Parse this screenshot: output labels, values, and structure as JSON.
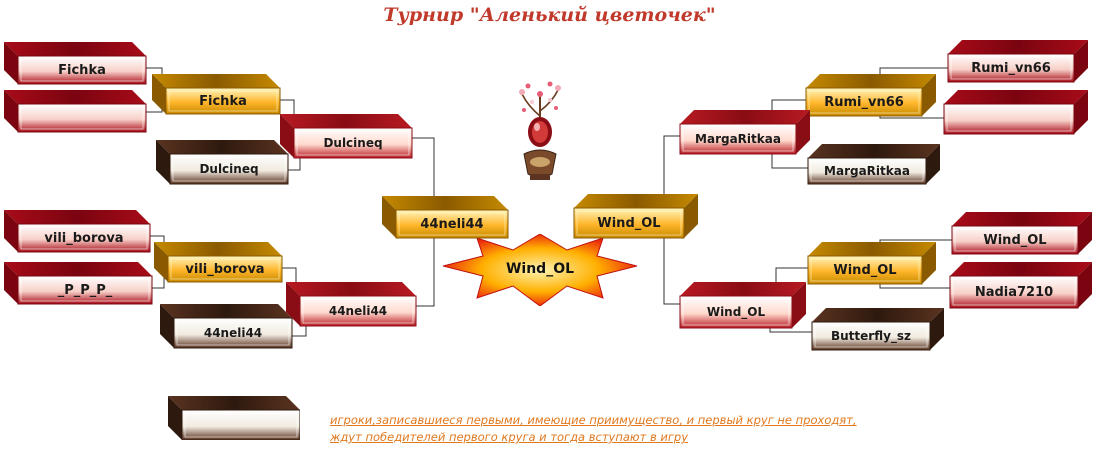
{
  "title": "Турнир \"Аленький цветочек\"",
  "colors": {
    "red_face": "#f7d0c8",
    "red_frame": "#a80b18",
    "gold_face": "#ffb52a",
    "gold_frame": "#c68a00",
    "pink_face": "#ffd9cd",
    "pink_frame": "#b81a22",
    "brown_face": "#f1ebe0",
    "brown_frame": "#5b3320",
    "line": "#333333",
    "title": "#c0392b",
    "legend_text": "#e0781e"
  },
  "bracket": {
    "left_round1": [
      "Fichka",
      "",
      "vili_borova",
      "_P_P_P_"
    ],
    "left_round2": [
      "Fichka",
      "vili_borova"
    ],
    "left_byes": [
      "Dulcineq",
      "44neli44"
    ],
    "left_round3": [
      "Dulcineq",
      "44neli44"
    ],
    "left_final": "44neli44",
    "right_round1": [
      "Rumi_vn66",
      "",
      "Wind_OL",
      "Nadia7210"
    ],
    "right_round2": [
      "Rumi_vn66",
      "Wind_OL"
    ],
    "right_byes": [
      "MargaRitkaa",
      "Butterfly_sz"
    ],
    "right_round3": [
      "MargaRitkaa",
      "Wind_OL"
    ],
    "right_final": "Wind_OL",
    "champion": "Wind_OL"
  },
  "legend": {
    "line1": "игроки,записавшиеся первыми, имеющие приимущество, и первый круг не проходят,",
    "line2": "ждут победителей первого круга и тогда вступают в игру"
  }
}
